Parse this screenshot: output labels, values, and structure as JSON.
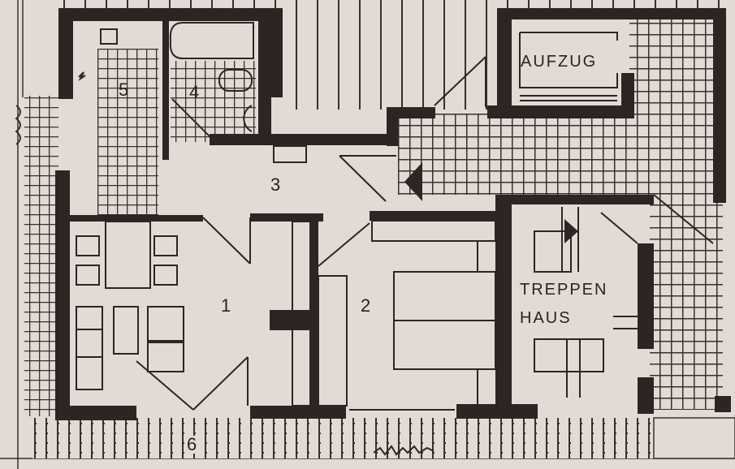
{
  "plan": {
    "type": "apartment floor plan",
    "colors": {
      "paper": "#e2dad4",
      "ink": "#2e2424",
      "wall": "#2e2424"
    },
    "rooms": [
      {
        "id": "1",
        "label": "1",
        "desc": "living room"
      },
      {
        "id": "2",
        "label": "2",
        "desc": "bedroom"
      },
      {
        "id": "3",
        "label": "3",
        "desc": "hall"
      },
      {
        "id": "4",
        "label": "4",
        "desc": "bathroom"
      },
      {
        "id": "5",
        "label": "5",
        "desc": "kitchen"
      },
      {
        "id": "6",
        "label": "6",
        "desc": "balcony"
      }
    ],
    "shared": {
      "elevator": "AUFZUG",
      "stair_line1": "TREPPEN",
      "stair_line2": "HAUS"
    }
  }
}
